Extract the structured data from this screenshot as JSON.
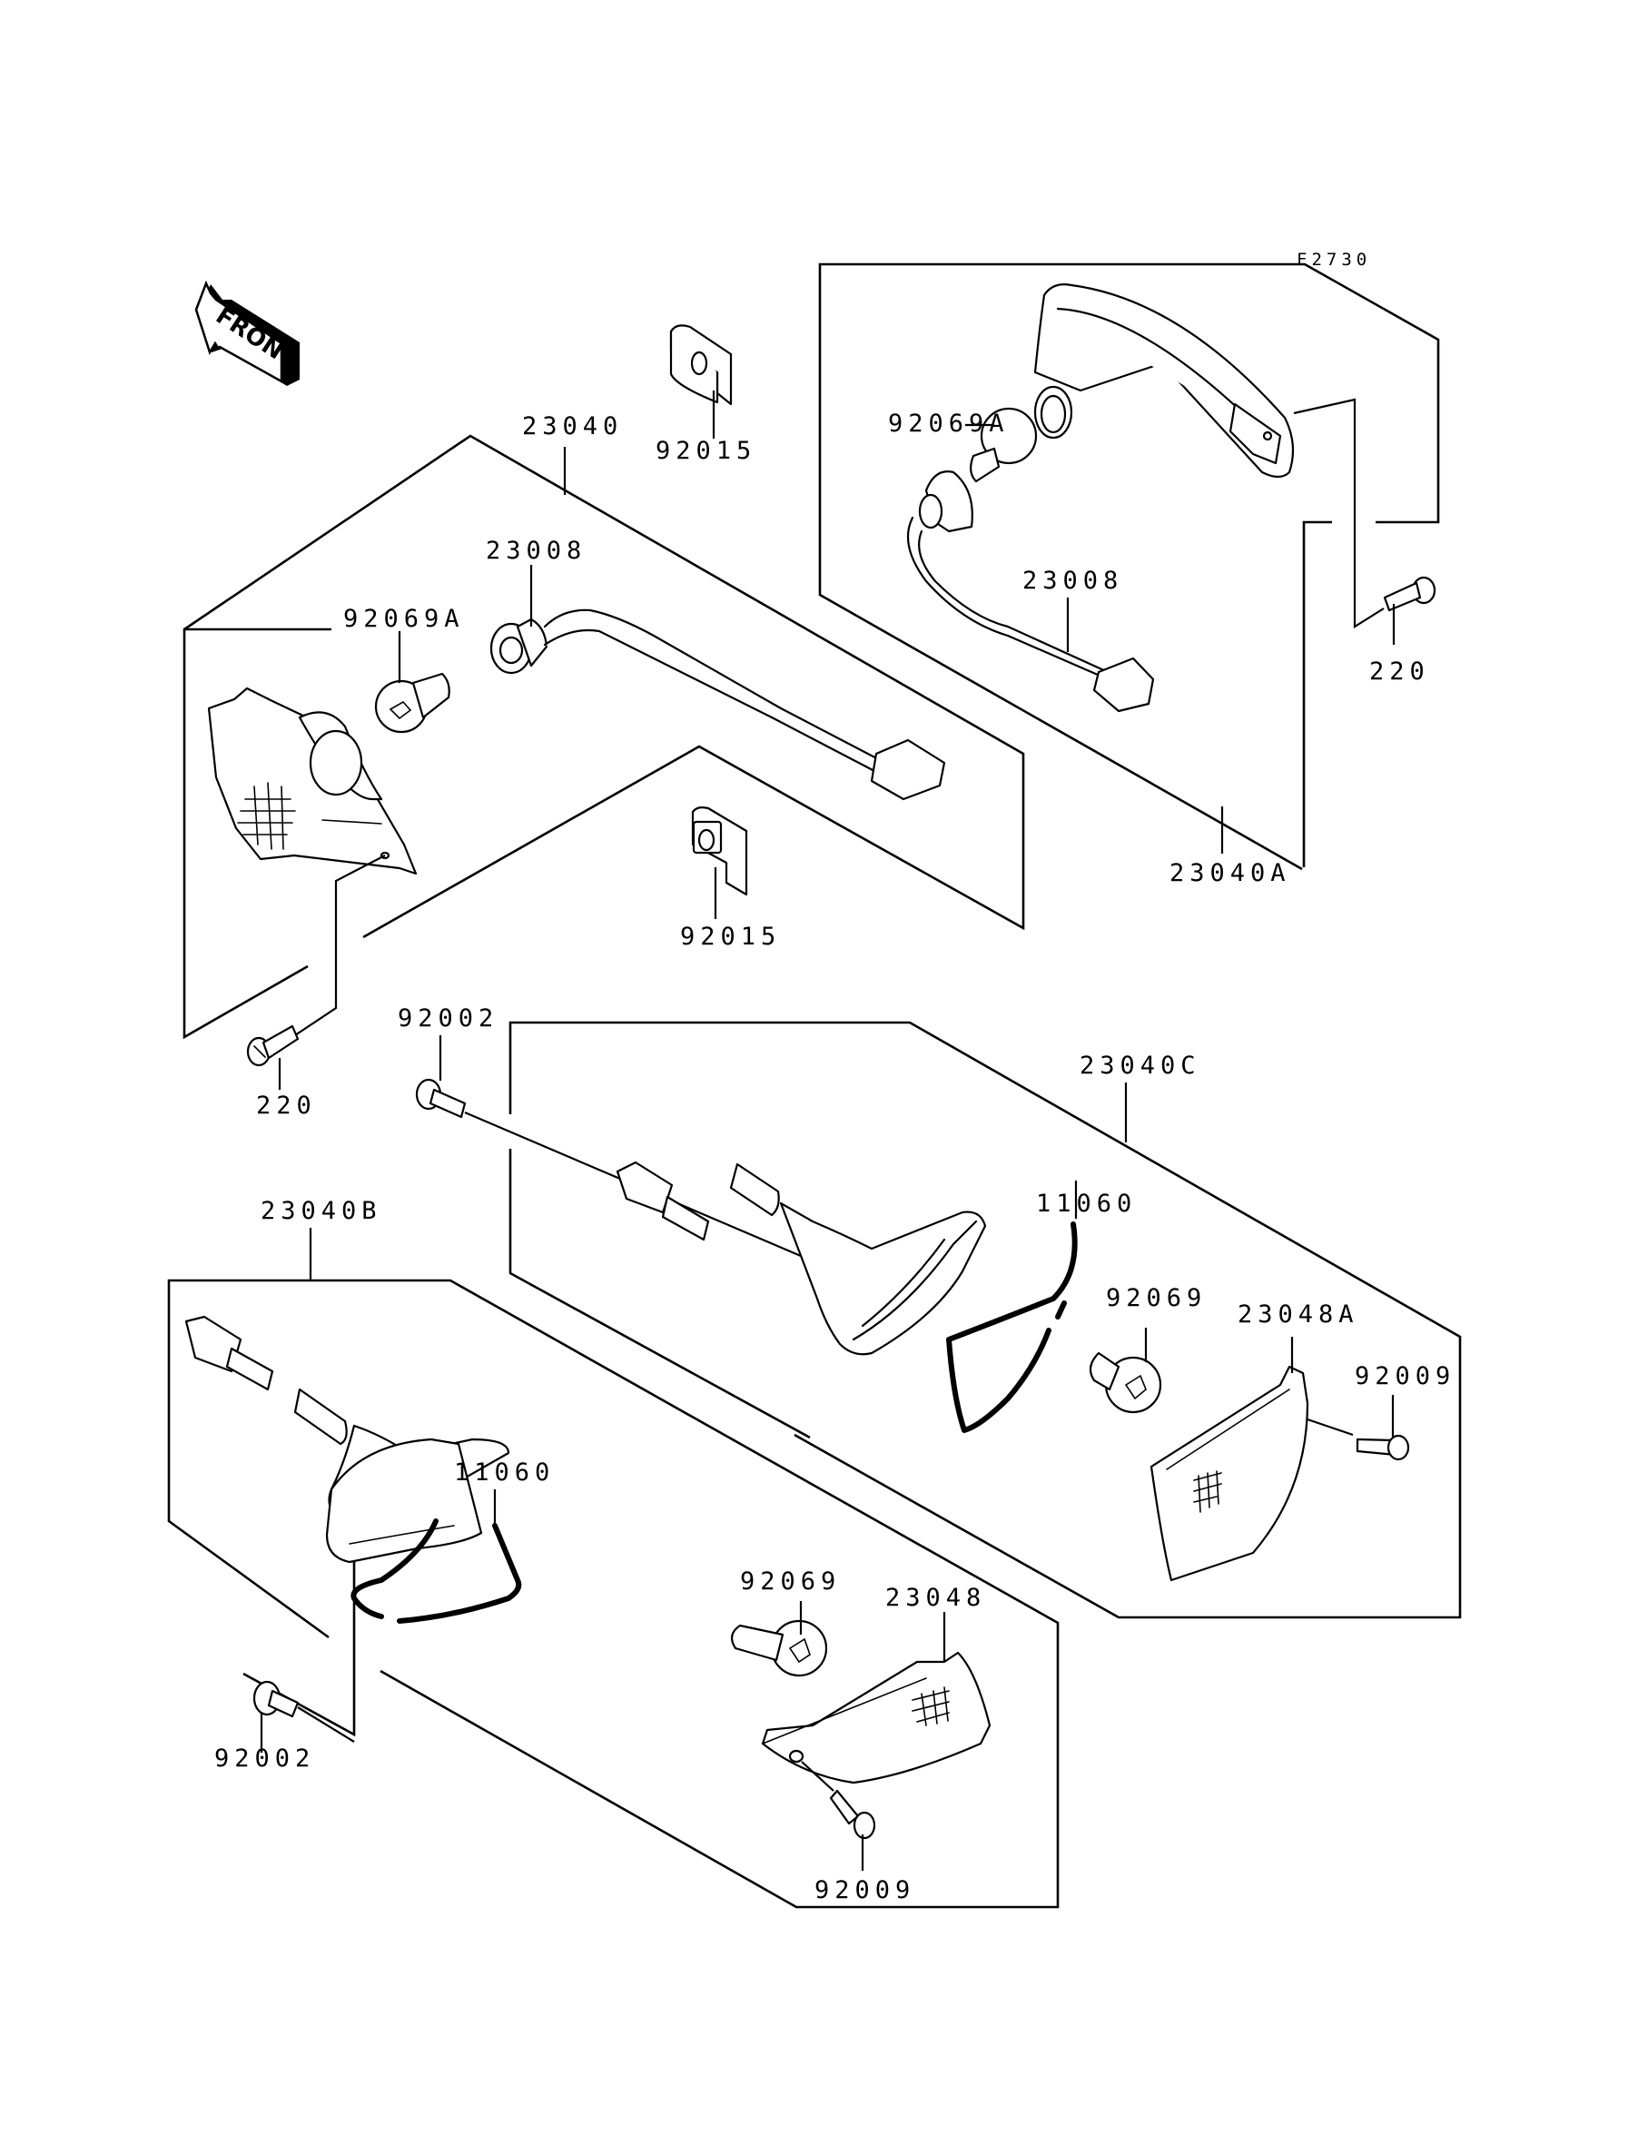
{
  "diagram": {
    "id": "F2730",
    "front_arrow": "FRONT",
    "groups": [
      {
        "assembly": "23040",
        "parts": [
          "23008",
          "92069A",
          "92015",
          "220"
        ]
      },
      {
        "assembly": "23040A",
        "parts": [
          "23008",
          "92069A",
          "220"
        ]
      },
      {
        "assembly": "23040C",
        "parts": [
          "11060",
          "92069",
          "23048A",
          "92009"
        ]
      },
      {
        "assembly": "23040B",
        "parts": [
          "11060",
          "92069",
          "23048",
          "92009"
        ]
      }
    ],
    "labels": {
      "a_23040": "23040",
      "a_92015_top": "92015",
      "a_23008": "23008",
      "a_92069a": "92069A",
      "a_92015_mid": "92015",
      "a_220": "220",
      "b_92069a": "92069A",
      "b_23008": "23008",
      "b_220": "220",
      "b_23040a": "23040A",
      "c_92002": "92002",
      "c_23040c": "23040C",
      "c_11060": "11060",
      "c_92069": "92069",
      "c_23048a": "23048A",
      "c_92009": "92009",
      "d_23040b": "23040B",
      "d_11060": "11060",
      "d_92069": "92069",
      "d_23048": "23048",
      "d_92002": "92002",
      "d_92009": "92009"
    }
  }
}
